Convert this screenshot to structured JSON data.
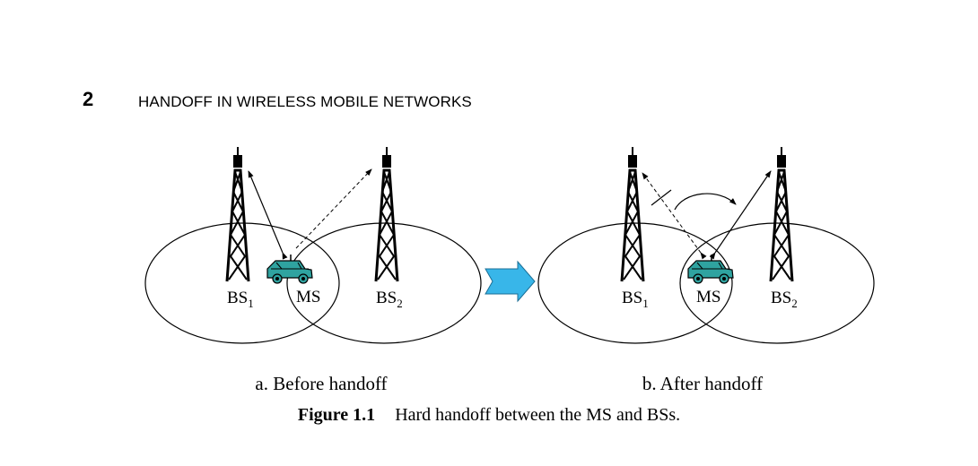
{
  "header": {
    "page_number": "2",
    "running_title": "HANDOFF IN WIRELESS MOBILE NETWORKS"
  },
  "figure": {
    "panel_a": {
      "bs1": "BS",
      "bs1_sub": "1",
      "ms": "MS",
      "bs2": "BS",
      "bs2_sub": "2",
      "caption": "a. Before handoff"
    },
    "panel_b": {
      "bs1": "BS",
      "bs1_sub": "1",
      "ms": "MS",
      "bs2": "BS",
      "bs2_sub": "2",
      "caption": "b. After handoff"
    },
    "colors": {
      "vehicle": "#2fa3a0",
      "arrow": "#38b6e9"
    }
  },
  "caption": {
    "label": "Figure 1.1",
    "text": "Hard handoff between the MS and BSs."
  }
}
